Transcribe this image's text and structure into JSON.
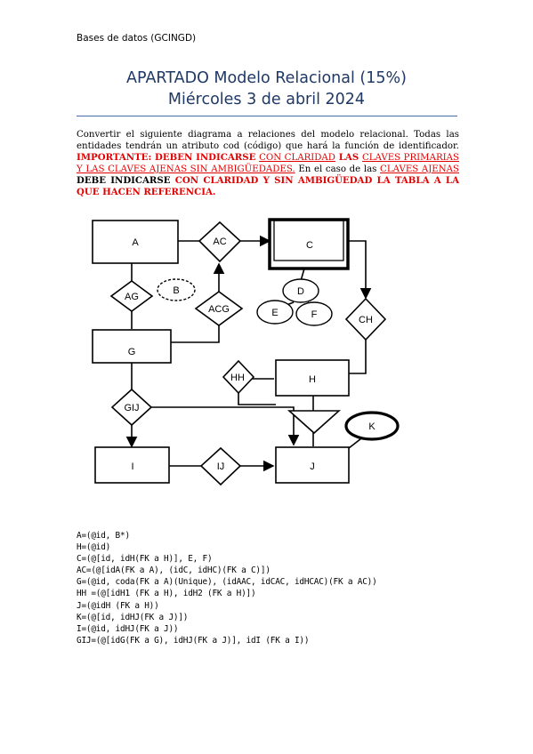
{
  "header_note": "Bases de datos (GCINGD)",
  "title_line1": "APARTADO Modelo Relacional (15%)",
  "title_line2": "Miércoles 3 de abril 2024",
  "instructions": {
    "p1": "Convertir el siguiente diagrama a relaciones del modelo relacional. Todas las entidades tendrán un atributo cod (código) que hará la función de identificador.",
    "imp_label": "IMPORTANTE:",
    "imp_a": " DEBEN INDICARSE ",
    "imp_b": "CON CLARIDAD",
    "imp_c": " LAS ",
    "imp_d": "CLAVES PRIMARIAS Y LAS CLAVES AJENAS SIN AMBIGÜEDADES.",
    "imp_e": " En el caso de las ",
    "imp_f": "CLAVES AJENAS",
    "imp_g": " DEBE INDICARSE ",
    "imp_h": "CON CLARIDAD Y SIN AMBIGÜEDAD LA TABLA A LA QUE HACEN REFERENCIA."
  },
  "diagram": {
    "entities": [
      "A",
      "C",
      "G",
      "H",
      "I",
      "J",
      "K"
    ],
    "relationships": [
      "AC",
      "AG",
      "ACG",
      "CH",
      "HH",
      "GIJ",
      "IJ"
    ],
    "attributes": [
      "B",
      "D",
      "E",
      "F"
    ],
    "label_A": "A",
    "label_C": "C",
    "label_G": "G",
    "label_H": "H",
    "label_I": "I",
    "label_J": "J",
    "label_K": "K",
    "label_AC": "AC",
    "label_AG": "AG",
    "label_ACG": "ACG",
    "label_CH": "CH",
    "label_HH": "HH",
    "label_GIJ": "GIJ",
    "label_IJ": "IJ",
    "label_B": "B",
    "label_D": "D",
    "label_E": "E",
    "label_F": "F"
  },
  "schema": [
    "A=(@id, B*)",
    "H=(@id)",
    "C=(@[id, idH(FK a H)], E, F)",
    "AC=(@[idA(FK a A), (idC, idHC)(FK a C)])",
    "G=(@id, coda(FK a A)(Unique), (idAAC, idCAC, idHCAC)(FK a AC))",
    "HH =(@[idH1 (FK a H), idH2 (FK a H)])",
    "J=(@idH (FK a H))",
    "K=(@[id, idHJ(FK a J)])",
    "I=(@id, idHJ(FK a J))",
    "GIJ=(@[idG(FK a G), idHJ(FK a J)], idI (FK a I))"
  ]
}
